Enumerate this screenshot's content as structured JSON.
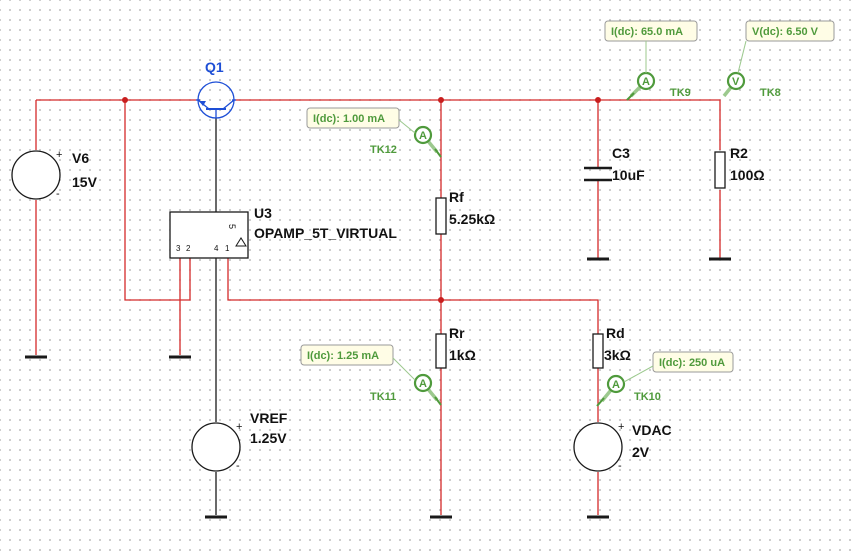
{
  "components": {
    "q1": {
      "ref": "Q1",
      "color": "#1e4fd6"
    },
    "v6": {
      "ref": "V6",
      "value": "15V"
    },
    "u3": {
      "ref": "U3",
      "value": "OPAMP_5T_VIRTUAL",
      "pins": [
        "3",
        "2",
        "4",
        "1",
        "5"
      ]
    },
    "vref": {
      "ref": "VREF",
      "value": "1.25V"
    },
    "rf": {
      "ref": "Rf",
      "value": "5.25kΩ"
    },
    "rr": {
      "ref": "Rr",
      "value": "1kΩ"
    },
    "rd": {
      "ref": "Rd",
      "value": "3kΩ"
    },
    "vdac": {
      "ref": "VDAC",
      "value": "2V"
    },
    "c3": {
      "ref": "C3",
      "value": "10uF"
    },
    "r2": {
      "ref": "R2",
      "value": "100Ω"
    }
  },
  "probes": {
    "tk9": {
      "name": "TK9",
      "symbol": "A",
      "reading": "I(dc): 65.0 mA"
    },
    "tk8": {
      "name": "TK8",
      "symbol": "V",
      "reading": "V(dc): 6.50 V"
    },
    "tk12": {
      "name": "TK12",
      "symbol": "A",
      "reading": "I(dc): 1.00 mA"
    },
    "tk11": {
      "name": "TK11",
      "symbol": "A",
      "reading": "I(dc): 1.25 mA"
    },
    "tk10": {
      "name": "TK10",
      "symbol": "A",
      "reading": "I(dc): 250 uA"
    }
  },
  "source_polarity": {
    "plus": "+",
    "minus": "-"
  },
  "colors": {
    "wire": "#d42a2a",
    "probe": "#4f9a3c",
    "transistor": "#1e4fd6",
    "tooltip_bg": "#fffde6"
  }
}
